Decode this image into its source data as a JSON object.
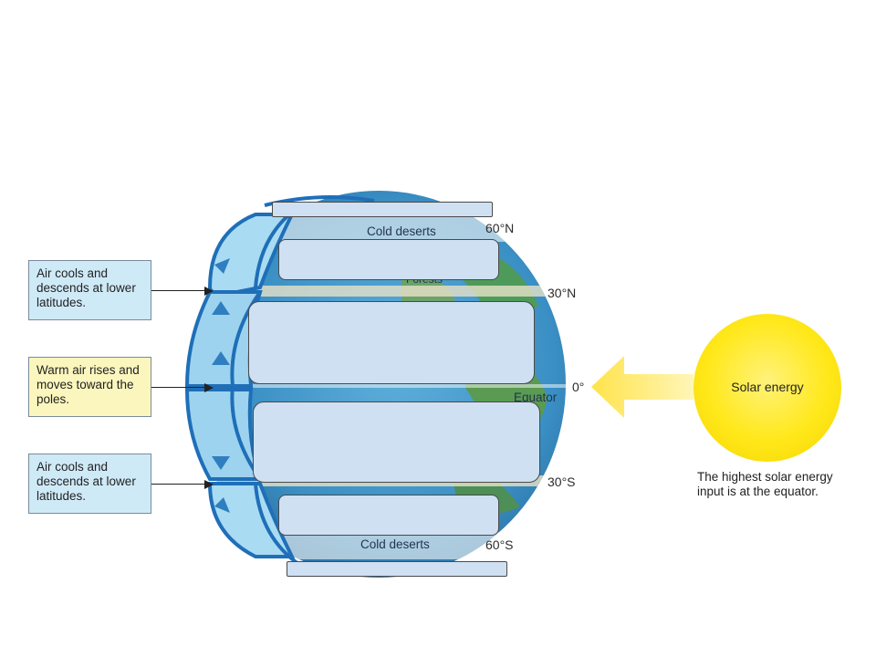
{
  "callouts": {
    "top": "Air cools and descends at lower latitudes.",
    "middle": "Warm air rises and moves toward the poles.",
    "bottom": "Air cools and descends at lower latitudes."
  },
  "latitudes": {
    "n60": "60°N",
    "n30": "30°N",
    "eq": "0°",
    "s30": "30°S",
    "s60": "60°S"
  },
  "zones": {
    "cold_north": "Cold deserts",
    "forests": "Forests",
    "equator": "Equator",
    "cold_south": "Cold deserts"
  },
  "sun": {
    "label": "Solar energy",
    "caption": "The highest solar energy input is at the equator."
  },
  "colors": {
    "ocean": "#3a8fc4",
    "air_cell": "#9dd3ee",
    "cell_outline": "#1f6fb8",
    "sun": "#ffe81a",
    "answer_box": "#cfe0f3"
  }
}
